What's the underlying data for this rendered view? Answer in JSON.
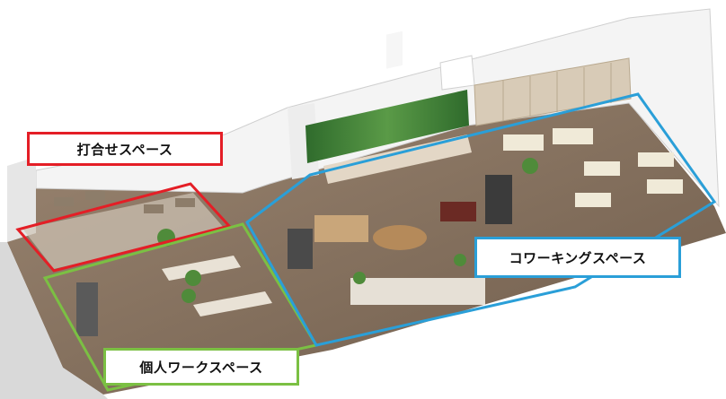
{
  "zones": {
    "meeting": {
      "label": "打合せスペース",
      "color": "#e41e26"
    },
    "coworking": {
      "label": "コワーキングスペース",
      "color": "#2a9fd8"
    },
    "personal": {
      "label": "個人ワークスペース",
      "color": "#7bc043"
    }
  },
  "colors": {
    "floor": "#8a7460",
    "wall": "#f2f2f2",
    "green_wall": "#3f7d3a",
    "shelf": "#d8cbb7"
  }
}
